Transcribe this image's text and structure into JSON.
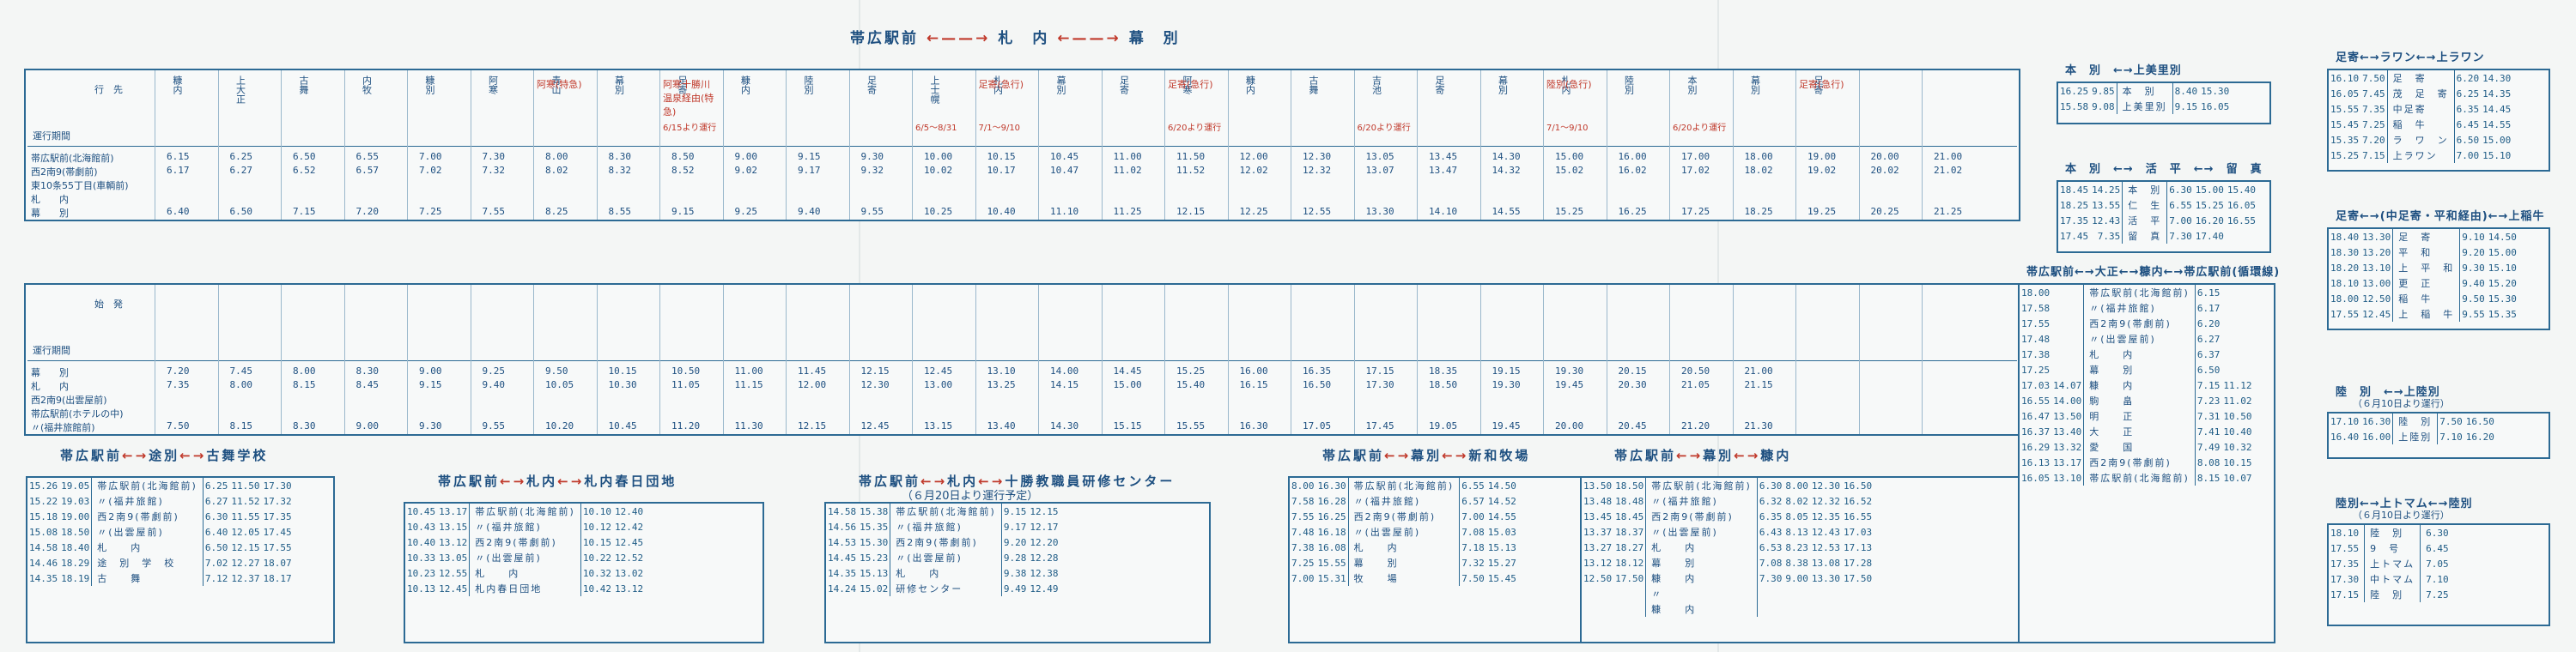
{
  "header": {
    "route_left": "帯広駅前",
    "route_mid": "札　内",
    "route_right": "幕　別",
    "arrow": "←——→"
  },
  "upper_table": {
    "col_header_label": "行　先",
    "row_header_label": "運行期間",
    "stations": [
      "帯広駅前(北海館前)",
      "西2南9(帯劇前)",
      "東10条55丁目(車輌前)",
      "札　　内",
      "幕　　別"
    ],
    "destinations": [
      "糠内",
      "上大正",
      "古舞",
      "内牧",
      "糠別",
      "阿寒",
      "青山",
      "幕別",
      "足寄",
      "糠内",
      "陸別",
      "足寄",
      "上士幌",
      "札内",
      "幕別",
      "足寄",
      "阿寒",
      "糠内",
      "古舞",
      "吉池",
      "足寄",
      "幕別",
      "札内",
      "陸別",
      "本別",
      "幕別",
      "足寄"
    ],
    "notes": [
      "6/15より運行",
      "6/5〜8/31",
      "7/1〜9/10",
      "6/20より運行",
      "6/20より運行",
      "7/1〜9/10",
      "6/20より運行"
    ],
    "express_labels": [
      "阿寒(特急)",
      "阿寒十勝川温泉経由(特急)",
      "足寄(急行)",
      "足寄(急行)",
      "陸別(急行)",
      "足寄(急行)"
    ],
    "sample_times": [
      [
        "6.15",
        "6.25",
        "6.50",
        "6.55",
        "7.00",
        "7.30",
        "8.00",
        "8.30",
        "8.50",
        "9.00",
        "9.15",
        "9.30",
        "10.00",
        "10.15",
        "10.45",
        "11.00",
        "11.50",
        "12.00",
        "12.30",
        "13.05",
        "13.45",
        "14.30",
        "15.00",
        "16.00",
        "17.00",
        "18.00",
        "19.00",
        "20.00",
        "21.00"
      ],
      [
        "6.17",
        "6.27",
        "6.52",
        "6.57",
        "7.02",
        "7.32",
        "8.02",
        "8.32",
        "8.52",
        "9.02",
        "9.17",
        "9.32",
        "10.02",
        "10.17",
        "10.47",
        "11.02",
        "11.52",
        "12.02",
        "12.32",
        "13.07",
        "13.47",
        "14.32",
        "15.02",
        "16.02",
        "17.02",
        "18.02",
        "19.02",
        "20.02",
        "21.02"
      ],
      [
        "6.40",
        "6.50",
        "7.15",
        "7.20",
        "7.25",
        "7.55",
        "8.25",
        "8.55",
        "9.15",
        "9.25",
        "9.40",
        "9.55",
        "10.25",
        "10.40",
        "11.10",
        "11.25",
        "12.15",
        "12.25",
        "12.55",
        "13.30",
        "14.10",
        "14.55",
        "15.25",
        "16.25",
        "17.25",
        "18.25",
        "19.25",
        "20.25",
        "21.25"
      ]
    ]
  },
  "lower_table": {
    "col_header_label": "始　発",
    "row_header_label": "運行期間",
    "stations": [
      "幕　　別",
      "札　　内",
      "西2南9(出雲屋前)",
      "帯広駅前(ホテルの中)",
      "〃(福井旅館前)"
    ],
    "sample_times": [
      [
        "7.20",
        "7.45",
        "8.00",
        "8.30",
        "9.00",
        "9.25",
        "9.50",
        "10.15",
        "10.50",
        "11.00",
        "11.45",
        "12.15",
        "12.45",
        "13.10",
        "14.00",
        "14.45",
        "15.25",
        "16.00",
        "16.35",
        "17.15",
        "18.35",
        "19.15",
        "19.30",
        "20.15",
        "20.50",
        "21.00"
      ],
      [
        "7.35",
        "8.00",
        "8.15",
        "8.45",
        "9.15",
        "9.40",
        "10.05",
        "10.30",
        "11.05",
        "11.15",
        "12.00",
        "12.30",
        "13.00",
        "13.25",
        "14.15",
        "15.00",
        "15.40",
        "16.15",
        "16.50",
        "17.30",
        "18.50",
        "19.30",
        "19.45",
        "20.30",
        "21.05",
        "21.15"
      ],
      [
        "7.50",
        "8.15",
        "8.30",
        "9.00",
        "9.30",
        "9.55",
        "10.20",
        "10.45",
        "11.20",
        "11.30",
        "12.15",
        "12.45",
        "13.15",
        "13.40",
        "14.30",
        "15.15",
        "15.55",
        "16.30",
        "17.05",
        "17.45",
        "19.05",
        "19.45",
        "20.00",
        "20.45",
        "21.20",
        "21.30"
      ]
    ]
  },
  "bottom_tables": [
    {
      "title_a": "帯広駅前",
      "title_b": "途別",
      "title_c": "古舞学校",
      "stations": [
        "帯広駅前(北海館前)",
        "〃(福井旅館)",
        "西2南9(帯劇前)",
        "〃(出雲屋前)",
        "札　　内",
        "途　別　学　校",
        "古　　舞"
      ],
      "left": [
        "19.05",
        "19.03",
        "19.00",
        "18.50",
        "18.40",
        "18.29",
        "18.19"
      ],
      "left2": [
        "15.26",
        "15.22",
        "15.18",
        "15.08",
        "14.58",
        "14.46",
        "14.35"
      ],
      "right": [
        "6.25",
        "6.27",
        "6.30",
        "6.40",
        "6.50",
        "7.02",
        "7.12"
      ],
      "right2": [
        "11.50",
        "11.52",
        "11.55",
        "12.05",
        "12.15",
        "12.27",
        "12.37"
      ],
      "right3": [
        "17.30",
        "17.32",
        "17.35",
        "17.45",
        "17.55",
        "18.07",
        "18.17"
      ]
    },
    {
      "title_a": "帯広駅前",
      "title_b": "札内",
      "title_c": "札内春日団地",
      "stations": [
        "帯広駅前(北海館前)",
        "〃(福井旅館)",
        "西2南9(帯劇前)",
        "〃(出雲屋前)",
        "札　　内",
        "札内春日団地"
      ],
      "left": [
        "13.17",
        "13.15",
        "13.12",
        "13.05",
        "12.55",
        "12.45"
      ],
      "left2": [
        "10.45",
        "10.43",
        "10.40",
        "10.33",
        "10.23",
        "10.13"
      ],
      "right": [
        "10.10",
        "10.12",
        "10.15",
        "10.22",
        "10.32",
        "10.42"
      ],
      "right2": [
        "12.40",
        "12.42",
        "12.45",
        "12.52",
        "13.02",
        "13.12"
      ]
    },
    {
      "title_a": "帯広駅前",
      "title_b": "札内",
      "title_c": "十勝教職員研修センター",
      "note": "（６月20日より運行予定）",
      "stations": [
        "帯広駅前(北海館前)",
        "〃(福井旅館)",
        "西2南9(帯劇前)",
        "〃(出雲屋前)",
        "札　　内",
        "研修センター"
      ],
      "left": [
        "15.38",
        "15.35",
        "15.30",
        "15.23",
        "15.13",
        "15.02"
      ],
      "left2": [
        "14.58",
        "14.56",
        "14.53",
        "14.45",
        "14.35",
        "14.24"
      ],
      "right": [
        "9.15",
        "9.17",
        "9.20",
        "9.28",
        "9.38",
        "9.49"
      ],
      "right2": [
        "12.15",
        "12.17",
        "12.20",
        "12.28",
        "12.38",
        "12.49"
      ]
    },
    {
      "title_a": "帯広駅前",
      "title_b": "幕別",
      "title_c": "新和牧場",
      "stations": [
        "帯広駅前(北海館前)",
        "〃(福井旅館)",
        "西2南9(帯劇前)",
        "〃(出雲屋前)",
        "札　　内",
        "幕　　別",
        "牧　　場"
      ],
      "left": [
        "16.30",
        "16.28",
        "16.25",
        "16.18",
        "16.08",
        "15.55",
        "15.31"
      ],
      "left2": [
        "8.00",
        "7.58",
        "7.55",
        "7.48",
        "7.38",
        "7.25",
        "7.00"
      ],
      "right": [
        "6.55",
        "6.57",
        "7.00",
        "7.08",
        "7.18",
        "7.32",
        "7.50"
      ],
      "right2": [
        "14.50",
        "14.52",
        "14.55",
        "15.03",
        "15.13",
        "15.27",
        "15.45"
      ]
    },
    {
      "title_a": "帯広駅前",
      "title_b": "幕別",
      "title_c": "糠内",
      "stations": [
        "帯広駅前(北海館前)",
        "〃(福井旅館)",
        "西2南9(帯劇前)",
        "〃(出雲屋前)",
        "札　　内",
        "幕　　別",
        "糠　　内",
        "〃",
        "糠　　内"
      ],
      "left": [
        "18.50",
        "18.48",
        "18.45",
        "18.37",
        "18.27",
        "18.12",
        "17.50"
      ],
      "left2": [
        "13.50",
        "13.48",
        "13.45",
        "13.37",
        "13.27",
        "13.12",
        "12.50"
      ],
      "right": [
        "6.30",
        "6.32",
        "6.35",
        "6.43",
        "6.53",
        "7.08",
        "7.30"
      ],
      "right2": [
        "8.00",
        "8.02",
        "8.05",
        "8.13",
        "8.23",
        "8.38",
        "9.00"
      ],
      "right3": [
        "12.30",
        "12.32",
        "12.35",
        "12.43",
        "12.53",
        "13.08",
        "13.30"
      ],
      "right4": [
        "16.50",
        "16.52",
        "16.55",
        "17.03",
        "17.13",
        "17.28",
        "17.50"
      ]
    }
  ],
  "right_tables": [
    {
      "title": "本　別　←→上美里別",
      "rows": [
        [
          "16.25",
          "9.85",
          "本　別",
          "8.40",
          "15.30"
        ],
        [
          "15.58",
          "9.08",
          "上美里別",
          "9.15",
          "16.05"
        ]
      ]
    },
    {
      "title": "本　別　←→　活　平　←→　留　真",
      "rows": [
        [
          "18.45",
          "14.25",
          "本　別",
          "6.30",
          "15.00",
          "15.40"
        ],
        [
          "18.25",
          "13.55",
          "仁　生",
          "6.55",
          "15.25",
          "16.05"
        ],
        [
          "17.35",
          "12.43",
          "活　平",
          "7.00",
          "16.20",
          "16.55"
        ],
        [
          "17.45",
          "7.35",
          "留　真",
          "7.30",
          "17.40"
        ]
      ]
    },
    {
      "title": "帯広駅前←→大正←→糠内←→帯広駅前(循環線)",
      "stations": [
        "帯広駅前(北海館前)",
        "〃(福井旅館)",
        "西2南9(帯劇前)",
        "〃(出雲屋前)",
        "札　　内",
        "幕　　別",
        "糠　　内",
        "駒　　畠",
        "明　　正",
        "大　　正",
        "愛　　国",
        "西2南9(帯劇前)",
        "帯広駅前(北海館前)"
      ],
      "left": [
        "18.00",
        "17.58",
        "17.55",
        "17.48",
        "17.38",
        "17.25",
        "17.03",
        "16.55",
        "16.47",
        "16.37",
        "16.29",
        "16.13",
        "16.05"
      ],
      "right": [
        "6.15",
        "6.17",
        "6.20",
        "6.27",
        "6.37",
        "6.50",
        "7.15",
        "7.23",
        "7.31",
        "7.41",
        "7.49",
        "8.08",
        "8.15"
      ],
      "mid_left": [
        "14.07",
        "14.00",
        "13.50",
        "13.40",
        "13.32",
        "13.17",
        "13.10"
      ],
      "mid_right": [
        "11.12",
        "11.02",
        "10.50",
        "10.40",
        "10.32",
        "10.15",
        "10.07"
      ]
    },
    {
      "title": "足寄←→ラワン←→上ラワン",
      "rows": [
        [
          "16.10",
          "7.50",
          "足　寄",
          "6.20",
          "14.30"
        ],
        [
          "16.05",
          "7.45",
          "茂　足　寄",
          "6.25",
          "14.35"
        ],
        [
          "15.55",
          "7.35",
          "中足寄",
          "6.35",
          "14.45"
        ],
        [
          "15.45",
          "7.25",
          "稲　牛",
          "6.45",
          "14.55"
        ],
        [
          "15.35",
          "7.20",
          "ラ　ワ　ン",
          "6.50",
          "15.00"
        ],
        [
          "15.25",
          "7.15",
          "上ラワン",
          "7.00",
          "15.10"
        ]
      ]
    },
    {
      "title": "足寄←→(中足寄・平和経由)←→上稲牛",
      "rows": [
        [
          "18.40",
          "13.30",
          "足　寄",
          "9.10",
          "14.50"
        ],
        [
          "18.30",
          "13.20",
          "平　和",
          "9.20",
          "15.00"
        ],
        [
          "18.20",
          "13.10",
          "上　平　和",
          "9.30",
          "15.10"
        ],
        [
          "18.10",
          "13.00",
          "更　正",
          "9.40",
          "15.20"
        ],
        [
          "18.00",
          "12.50",
          "稲　牛",
          "9.50",
          "15.30"
        ],
        [
          "17.55",
          "12.45",
          "上　稲　牛",
          "9.55",
          "15.35"
        ]
      ]
    },
    {
      "title": "陸　別　←→上陸別",
      "note": "（６月10日より運行）",
      "rows": [
        [
          "17.10",
          "16.30",
          "陸　別",
          "7.50",
          "16.50"
        ],
        [
          "16.40",
          "16.00",
          "上陸別",
          "7.10",
          "16.20"
        ]
      ]
    },
    {
      "title": "陸別←→上トマム←→陸別",
      "note": "（６月10日より運行）",
      "rows": [
        [
          "18.10",
          "",
          "陸　別",
          "",
          "6.30"
        ],
        [
          "17.55",
          "",
          "9　号",
          "",
          "6.45"
        ],
        [
          "17.35",
          "",
          "上トマム",
          "",
          "7.05"
        ],
        [
          "17.30",
          "",
          "中トマム",
          "",
          "7.10"
        ],
        [
          "17.15",
          "",
          "陸　別",
          "",
          "7.25"
        ]
      ]
    }
  ]
}
